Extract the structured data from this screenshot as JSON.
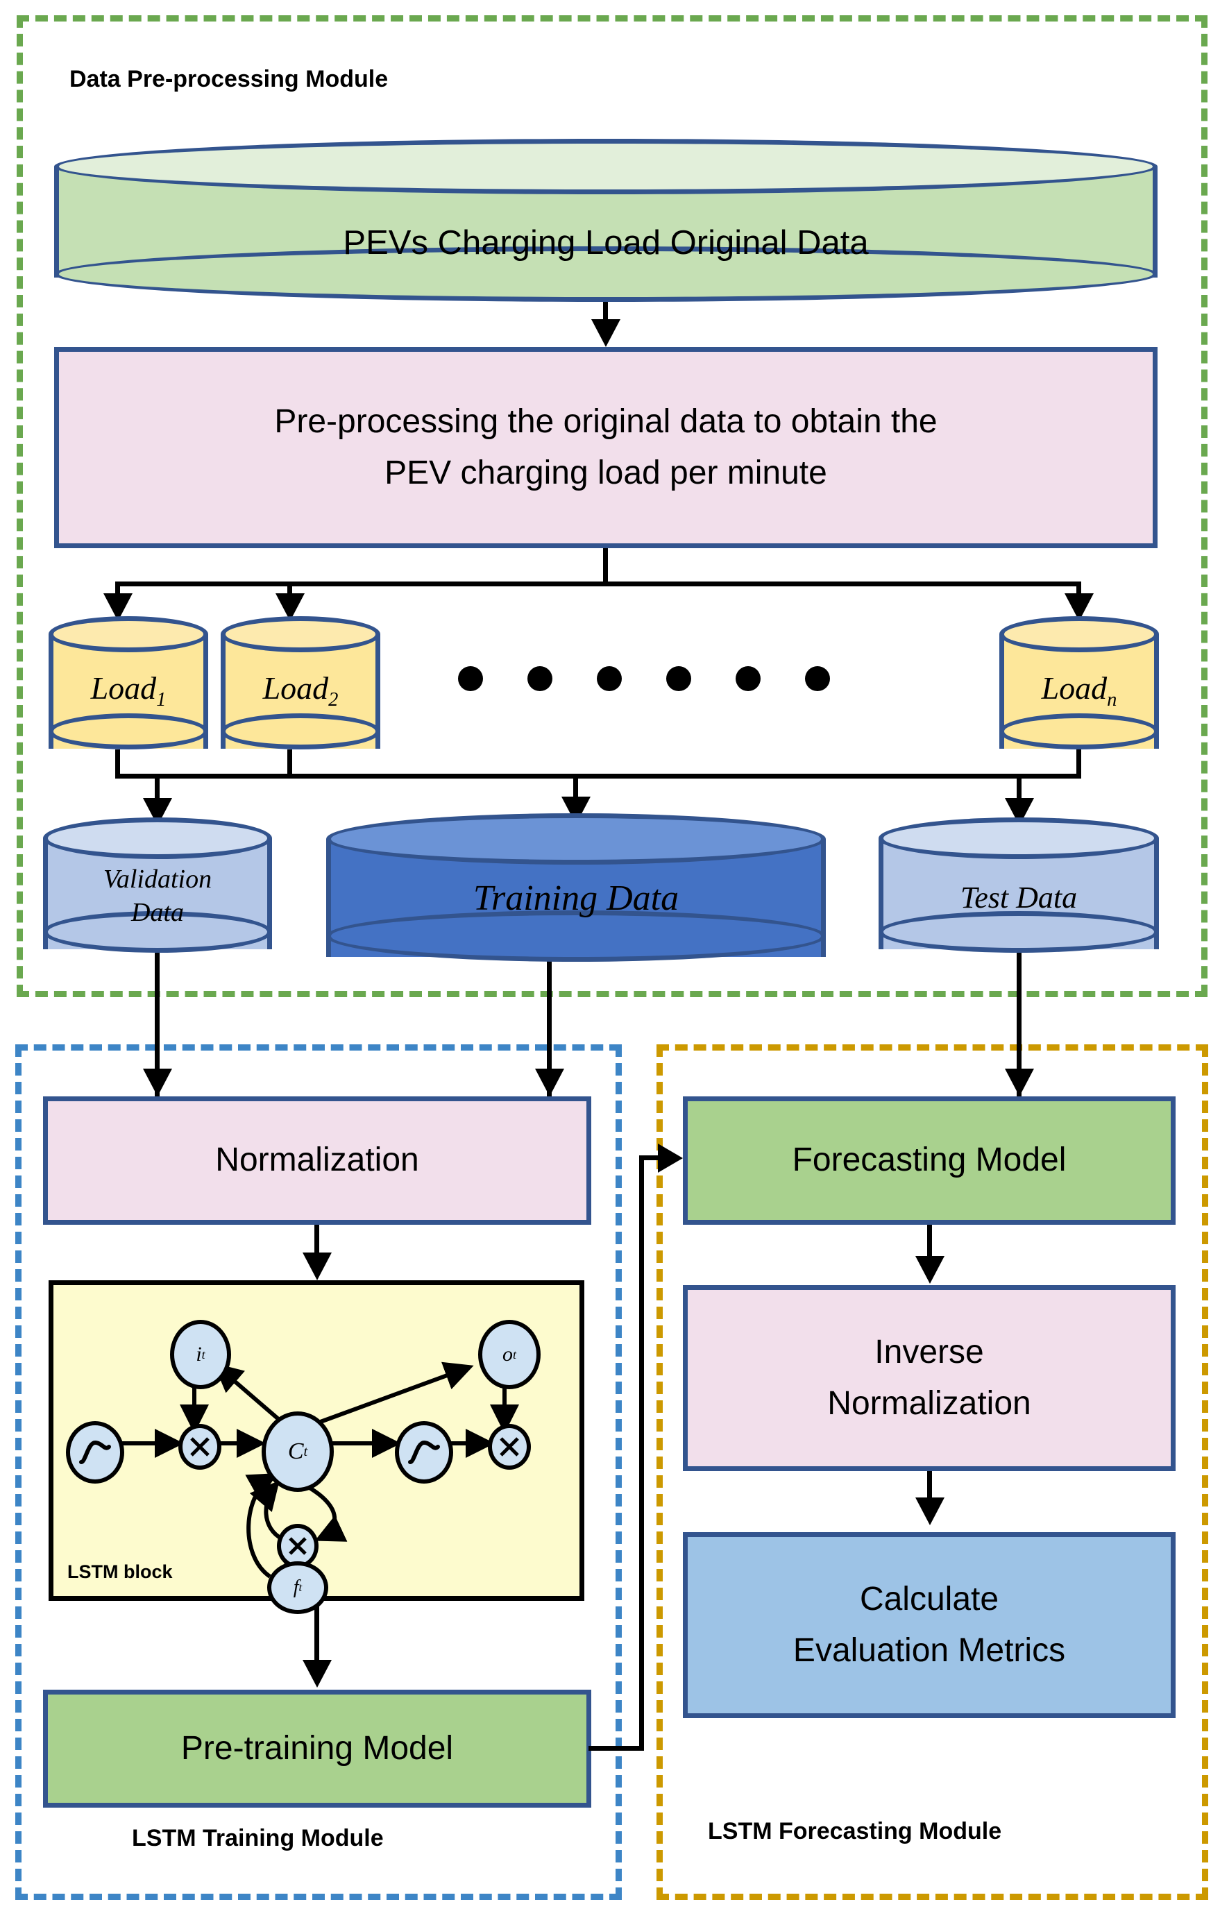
{
  "modules": {
    "preprocessing": {
      "title": "Data Pre-processing Module",
      "border_color": "#6aa84f"
    },
    "training": {
      "title": "LSTM Training Module",
      "border_color": "#3d85c6"
    },
    "forecasting": {
      "title": "LSTM Forecasting Module",
      "border_color": "#cc9900"
    }
  },
  "nodes": {
    "original_data": "PEVs Charging Load Original Data",
    "preprocess_line1": "Pre-processing the original data to obtain the",
    "preprocess_line2": "PEV charging load per minute",
    "load_1_base": "Load",
    "load_1_sub": "1",
    "load_2_base": "Load",
    "load_2_sub": "2",
    "load_n_base": "Load",
    "load_n_sub": "n",
    "validation_line1": "Validation",
    "validation_line2": "Data",
    "training_data": "Training  Data",
    "test_data": "Test Data",
    "normalization": "Normalization",
    "pre_training_model": "Pre-training Model",
    "forecasting_model": "Forecasting Model",
    "inverse_line1": "Inverse",
    "inverse_line2": "Normalization",
    "calculate_line1": "Calculate",
    "calculate_line2": "Evaluation Metrics"
  },
  "lstm": {
    "caption": "LSTM block",
    "gates": {
      "input_gate_base": "i",
      "input_gate_sub": "t",
      "output_gate_base": "o",
      "output_gate_sub": "t",
      "cell_base": "C",
      "cell_sub": "t",
      "forget_gate_base": "f",
      "forget_gate_sub": "t"
    },
    "activation_icon": "sigmoid-icon",
    "multiply_icon": "multiply-icon"
  },
  "colors": {
    "node_border": "#33548e",
    "pink_fill": "#f2dfeb",
    "green_fill": "#a9d18e",
    "blue_fill": "#9dc3e6",
    "yellow_fill": "#fde79a",
    "light_green_fill": "#c5e0b4",
    "light_blue_fill": "#b4c7e7",
    "dark_blue_fill": "#4472c4",
    "lstm_bg": "#fdfbce"
  },
  "ellipsis_dots": 6
}
